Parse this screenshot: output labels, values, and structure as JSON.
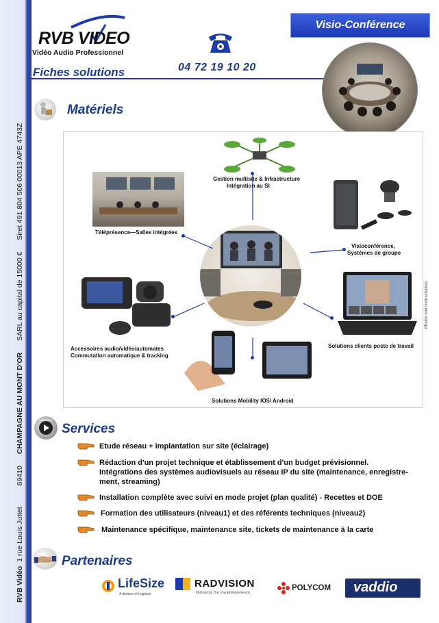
{
  "sidebar": {
    "company": "RVB Vidéo",
    "address": "1 rue Louis Juttet",
    "postcode": "69410",
    "city": "CHAMPAGNE AU MONT D'OR",
    "legal": "SARL au capital de 15000 €",
    "siret": "Siret 491 804 506 00013 APE 4743Z"
  },
  "header": {
    "logo_text": "RVB VIDEO",
    "logo_tagline": "Vidéo Audio Professionnel",
    "subtitle": "Fiches solutions",
    "phone": "04 72 19 10 20",
    "banner": "Visio-Conférence"
  },
  "materiels": {
    "title": "Matériels",
    "labels": {
      "multisite_1": "Gestion multisite & Infrastructure",
      "multisite_2": "Intégration au SI",
      "telepresence": "Téléprésence—Salles intégrées",
      "visio_1": "Visioconférence,",
      "visio_2": "Systèmes de groupe",
      "accessoires_1": "Accessoires audio/vidéo/automates",
      "accessoires_2": "Commutation automatique & tracking",
      "clients": "Solutions clients poste de travail",
      "mobility": "Solutions Mobility IOS/ Android"
    },
    "photo_credit": "Photos non contractuelles"
  },
  "services": {
    "title": "Services",
    "icon_label": "SERVICES",
    "items": [
      "Etude réseau + implantation sur site (éclairage)",
      "Rédaction d'un projet technique et établissement d'un budget prévisionnel.",
      "Intégrations des systèmes audiovisuels au réseau IP du site (maintenance, enregistre-",
      "ment, streaming)",
      "Installation complète avec suivi en mode projet (plan qualité) - Recettes et DOE",
      "Formation des utilisateurs (niveau1) et des référents techniques (niveau2)",
      "Maintenance spécifique, maintenance site, tickets de maintenance à la carte"
    ]
  },
  "partenaires": {
    "title": "Partenaires",
    "logos": {
      "lifesize": "LifeSize",
      "lifesize_tag": "A division of Logitech",
      "radvision": "RADVISION",
      "radvision_tag": "Delivering the Visual Experience",
      "polycom": "POLYCOM",
      "vaddio": "vaddio"
    }
  },
  "colors": {
    "accent": "#1e3a8a",
    "band": "#2341a0",
    "banner": "#2a49c8"
  }
}
